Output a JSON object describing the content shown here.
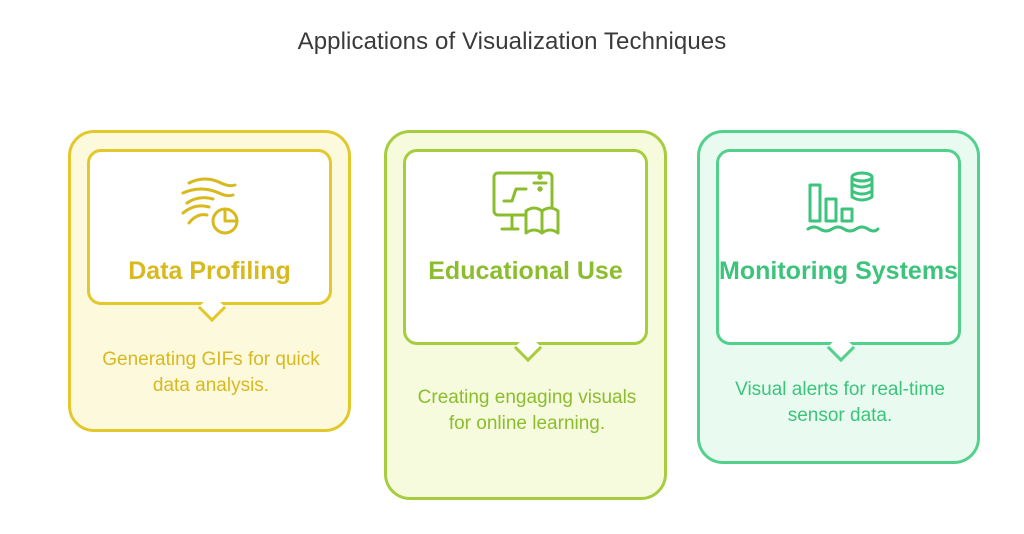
{
  "title": "Applications of Visualization Techniques",
  "colors": {
    "yellow": "#e3c82c",
    "lime": "#a6cd3d",
    "green": "#52d08c"
  },
  "cards": [
    {
      "heading": "Data Profiling",
      "description": "Generating GIFs for quick data analysis.",
      "icon": "wind-pie-chart-icon"
    },
    {
      "heading": "Educational Use",
      "description": "Creating engaging visuals for online learning.",
      "icon": "monitor-book-icon"
    },
    {
      "heading": "Monitoring Systems",
      "description": "Visual alerts for real-time sensor data.",
      "icon": "bar-chart-database-icon"
    }
  ]
}
